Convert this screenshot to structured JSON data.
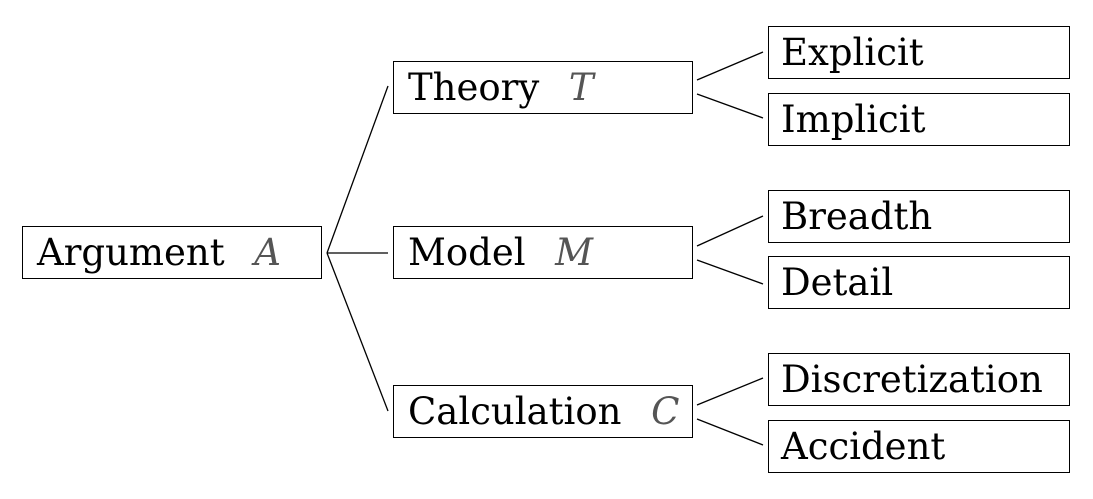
{
  "root": {
    "label": "Argument",
    "symbol": "A"
  },
  "branches": [
    {
      "label": "Theory",
      "symbol": "T",
      "children": [
        "Explicit",
        "Implicit"
      ]
    },
    {
      "label": "Model",
      "symbol": "M",
      "children": [
        "Breadth",
        "Detail"
      ]
    },
    {
      "label": "Calculation",
      "symbol": "C",
      "children": [
        "Discretization",
        "Accident"
      ]
    }
  ],
  "colors": {
    "line": "#000000",
    "symbol": "#555555",
    "border": "#000000"
  }
}
